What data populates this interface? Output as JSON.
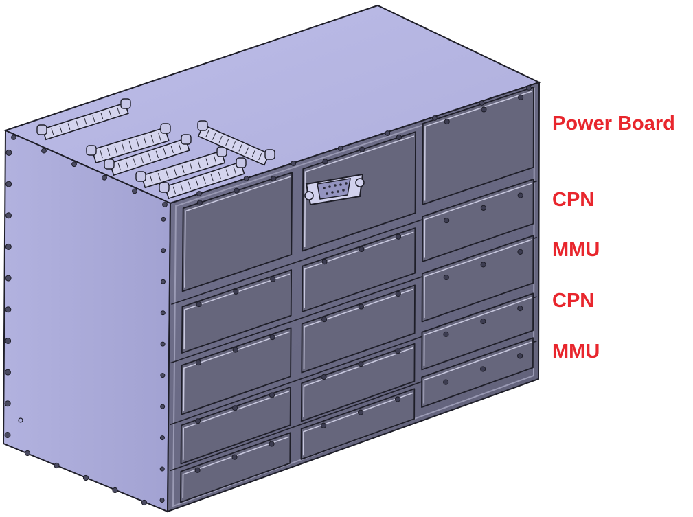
{
  "colors": {
    "label": "#e8262d",
    "top_face": "#b4b4e2",
    "side_face": "#aaaada",
    "front_face": "#686882",
    "window": "#68687e",
    "edge": "#1e1e28",
    "connector": "#d0d0ec",
    "screw": "#4a4a60"
  },
  "labels": [
    {
      "text": "Power Board"
    },
    {
      "text": "CPN"
    },
    {
      "text": "MMU"
    },
    {
      "text": "CPN"
    },
    {
      "text": "MMU"
    }
  ]
}
